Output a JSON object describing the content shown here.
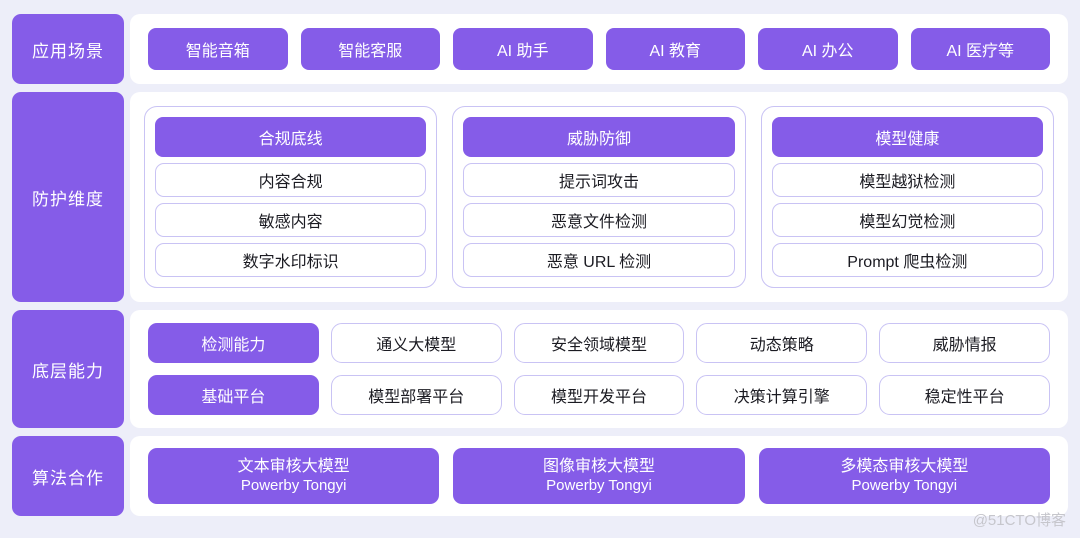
{
  "colors": {
    "purple": "#855CE8",
    "border_light": "#C9C3F4",
    "background": "#EDEEF9",
    "panel": "#FFFFFF"
  },
  "watermark": "@51CTO博客",
  "rows": {
    "app_scenarios": {
      "label": "应用场景",
      "items": [
        "智能音箱",
        "智能客服",
        "AI 助手",
        "AI 教育",
        "AI 办公",
        "AI 医疗等"
      ]
    },
    "protection": {
      "label": "防护维度",
      "columns": [
        {
          "header": "合规底线",
          "items": [
            "内容合规",
            "敏感内容",
            "数字水印标识"
          ]
        },
        {
          "header": "威胁防御",
          "items": [
            "提示词攻击",
            "恶意文件检测",
            "恶意 URL 检测"
          ]
        },
        {
          "header": "模型健康",
          "items": [
            "模型越狱检测",
            "模型幻觉检测",
            "Prompt 爬虫检测"
          ]
        }
      ]
    },
    "capabilities": {
      "label": "底层能力",
      "rows": [
        {
          "header": "检测能力",
          "items": [
            "通义大模型",
            "安全领域模型",
            "动态策略",
            "威胁情报"
          ]
        },
        {
          "header": "基础平台",
          "items": [
            "模型部署平台",
            "模型开发平台",
            "决策计算引擎",
            "稳定性平台"
          ]
        }
      ]
    },
    "algorithms": {
      "label": "算法合作",
      "items": [
        {
          "title": "文本审核大模型",
          "subtitle": "Powerby Tongyi"
        },
        {
          "title": "图像审核大模型",
          "subtitle": "Powerby Tongyi"
        },
        {
          "title": "多模态审核大模型",
          "subtitle": "Powerby Tongyi"
        }
      ]
    }
  }
}
